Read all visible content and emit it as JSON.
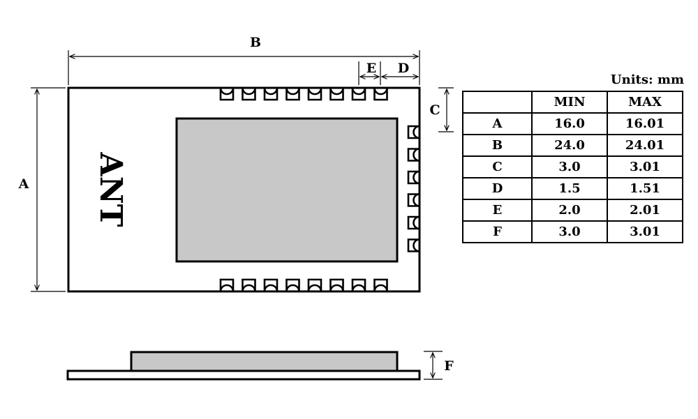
{
  "diagram": {
    "chip_marking": "ANT",
    "dimension_labels": {
      "a": "A",
      "b": "B",
      "c": "C",
      "d": "D",
      "e": "E",
      "f": "F"
    }
  },
  "table": {
    "units": "Units: mm",
    "headers": [
      "",
      "MIN",
      "MAX"
    ],
    "rows": [
      {
        "dim": "A",
        "min": "16.0",
        "max": "16.01"
      },
      {
        "dim": "B",
        "min": "24.0",
        "max": "24.01"
      },
      {
        "dim": "C",
        "min": "3.0",
        "max": "3.01"
      },
      {
        "dim": "D",
        "min": "1.5",
        "max": "1.51"
      },
      {
        "dim": "E",
        "min": "2.0",
        "max": "2.01"
      },
      {
        "dim": "F",
        "min": "3.0",
        "max": "3.01"
      }
    ]
  }
}
